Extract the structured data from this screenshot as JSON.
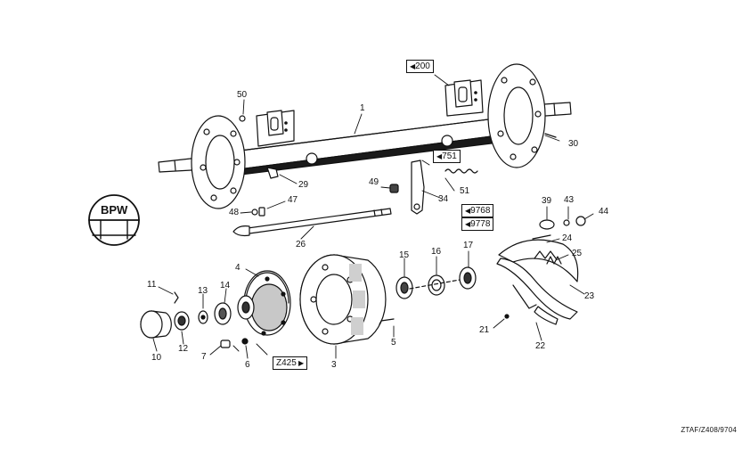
{
  "logo": {
    "text": "BPW"
  },
  "part_numbers": {
    "p1": "1",
    "p3": "3",
    "p4": "4",
    "p5": "5",
    "p6": "6",
    "p7": "7",
    "p10": "10",
    "p11": "11",
    "p12": "12",
    "p13": "13",
    "p14": "14",
    "p15": "15",
    "p16": "16",
    "p17": "17",
    "p21": "21",
    "p22": "22",
    "p23": "23",
    "p24": "24",
    "p25": "25",
    "p26": "26",
    "p29": "29",
    "p30": "30",
    "p34": "34",
    "p39": "39",
    "p43": "43",
    "p44": "44",
    "p47": "47",
    "p48": "48",
    "p49": "49",
    "p50": "50",
    "p51": "51"
  },
  "references": {
    "r200": "200",
    "r751": "751",
    "r9768": "9768",
    "r9778": "9778",
    "rZ425": "Z425"
  },
  "footer_code": "ZTAF/Z408/9704"
}
